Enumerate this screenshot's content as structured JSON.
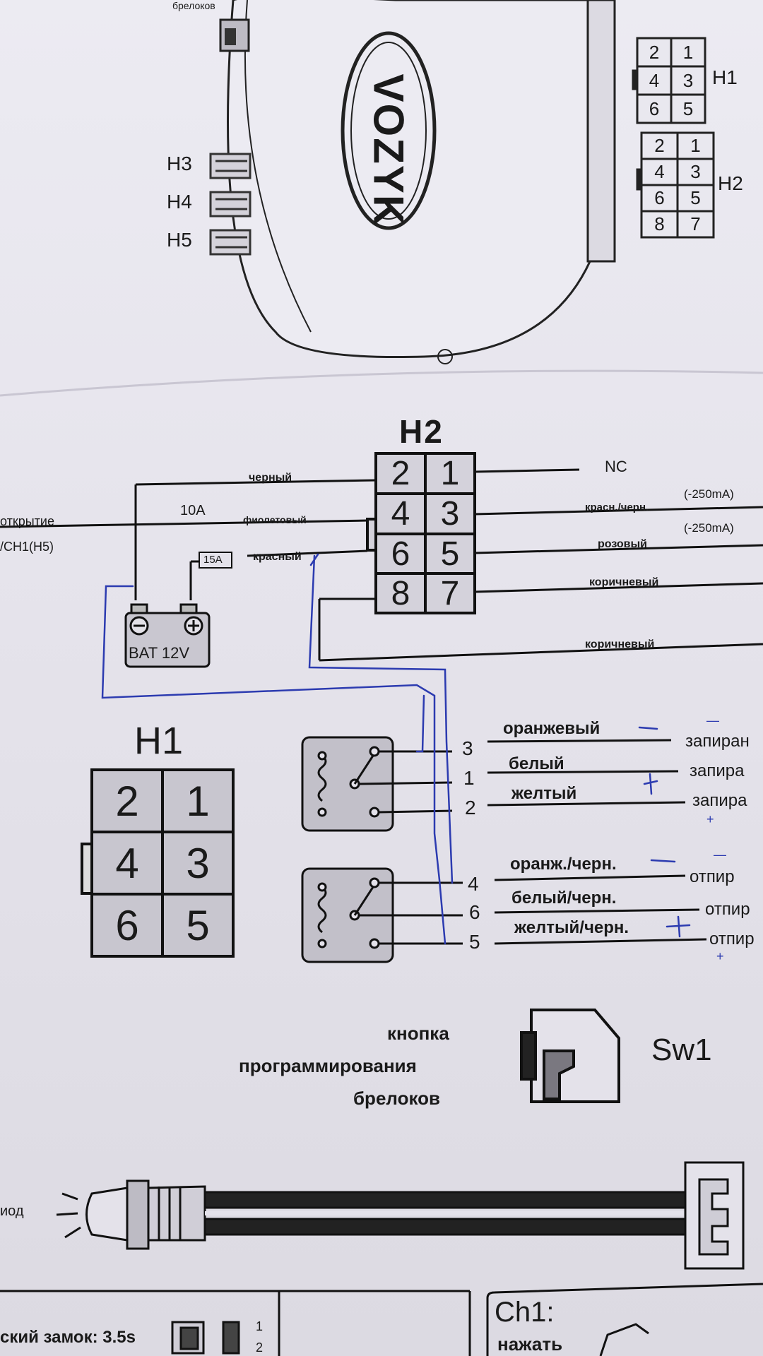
{
  "top": {
    "brelok_label": "брелоков",
    "brand": "VOZYK",
    "conn_h1": {
      "label": "H1",
      "pins": [
        "2",
        "1",
        "4",
        "3",
        "6",
        "5"
      ]
    },
    "conn_h2": {
      "label": "H2",
      "pins": [
        "2",
        "1",
        "4",
        "3",
        "6",
        "5",
        "8",
        "7"
      ]
    },
    "left_labels": [
      "H3",
      "H4",
      "H5"
    ]
  },
  "h2": {
    "title": "H2",
    "pins": [
      "2",
      "1",
      "4",
      "3",
      "6",
      "5",
      "8",
      "7"
    ],
    "left_wires": {
      "black": "черный",
      "violet": "фиолетовый",
      "red": "красный"
    },
    "fuse_10a": "10A",
    "fuse_15a": "15A",
    "opening_1": "открытие",
    "opening_2": "/CH1(H5)",
    "right_wires": {
      "nc": "NC",
      "red_black": "красн./черн.",
      "current_1": "(-250mA)",
      "pink": "розовый",
      "current_2": "(-250mA)",
      "brown_1": "коричневый",
      "brown_2": "коричневый"
    },
    "battery": "BAT 12V"
  },
  "h1": {
    "title": "H1",
    "pins": [
      "2",
      "1",
      "4",
      "3",
      "6",
      "5"
    ]
  },
  "relays": {
    "lock": {
      "pins": [
        "3",
        "1",
        "2"
      ],
      "wires": [
        "оранжевый",
        "белый",
        "желтый"
      ],
      "targets": [
        "запиран",
        "запирa",
        "запира"
      ],
      "marks": [
        "—",
        "+"
      ]
    },
    "unlock": {
      "pins": [
        "4",
        "6",
        "5"
      ],
      "wires": [
        "оранж./черн.",
        "белый/черн.",
        "желтый/черн."
      ],
      "targets": [
        "отпир",
        "отпир",
        "отпир"
      ],
      "marks": [
        "—",
        "+"
      ]
    }
  },
  "sw1": {
    "line1": "кнопка",
    "line2": "программирования",
    "line3": "брелоков",
    "label": "Sw1"
  },
  "led": {
    "label": "иод"
  },
  "bottom": {
    "left": "ский замок: 3.5s",
    "pin1": "1",
    "pin2": "2",
    "ch1": "Ch1:",
    "press": "нажать"
  }
}
